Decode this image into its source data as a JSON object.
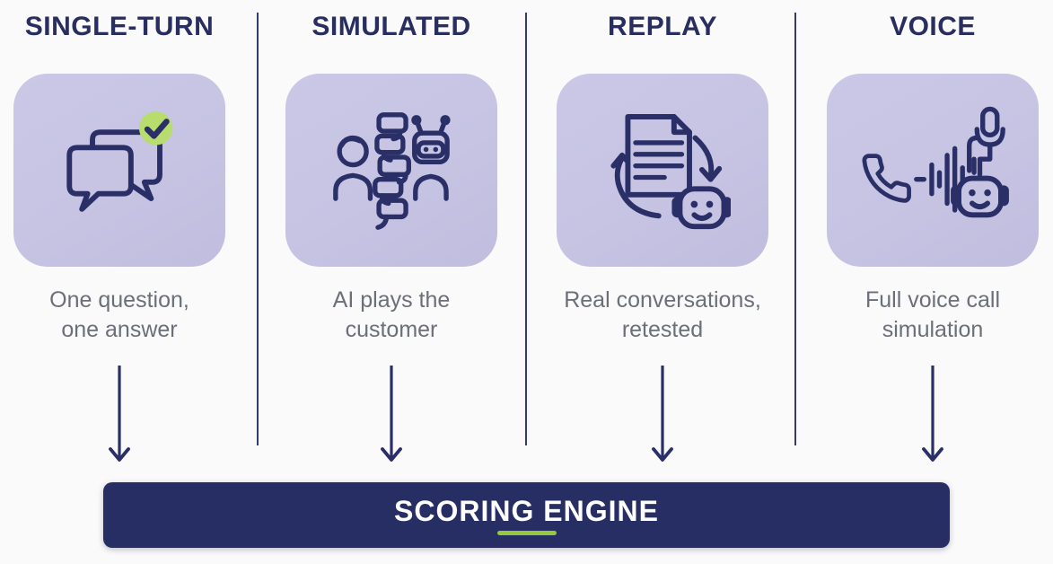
{
  "colors": {
    "background": "#fbfafa",
    "navy": "#2a3067",
    "title_navy": "#292e60",
    "card_bg": "#c6c3e3",
    "card_bg_light": "#cbc8e7",
    "card_bg_dark": "#c0bdde",
    "desc_gray": "#6b6f78",
    "bar_bg": "#272e63",
    "bar_text": "#ffffff",
    "green_check": "#b9dc6e",
    "green_underline": "#94c83d",
    "divider": "#333a6e"
  },
  "columns": [
    {
      "title": "SINGLE-TURN",
      "desc_line1": "One question,",
      "desc_line2": "one answer",
      "icon": "chat-bubbles-check-icon"
    },
    {
      "title": "SIMULATED",
      "desc_line1": "AI plays the",
      "desc_line2": "customer",
      "icon": "person-chat-robot-icon"
    },
    {
      "title": "REPLAY",
      "desc_line1": "Real conversations,",
      "desc_line2": "retested",
      "icon": "document-replay-robot-icon"
    },
    {
      "title": "VOICE",
      "desc_line1": "Full voice call",
      "desc_line2": "simulation",
      "icon": "phone-waveform-mic-robot-icon"
    }
  ],
  "footer": {
    "label": "SCORING ENGINE"
  }
}
